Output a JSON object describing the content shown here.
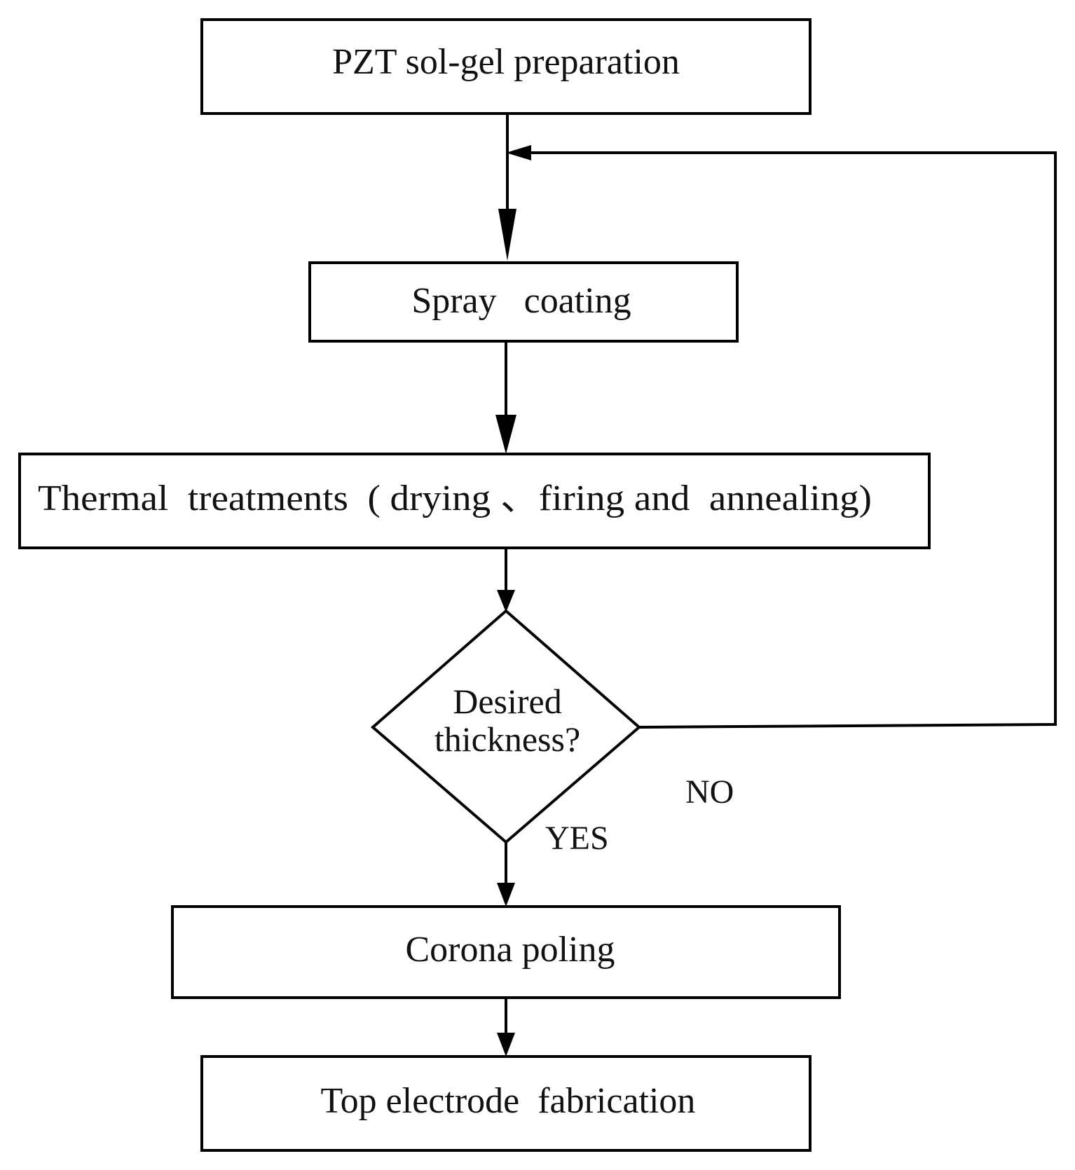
{
  "diagram": {
    "steps": {
      "sol_gel": "PZT sol-gel preparation",
      "spray": "Spray   coating",
      "thermal": "Thermal  treatments  ( drying 、firing and  annealing)",
      "corona": "Corona poling",
      "top_electrode": "Top electrode  fabrication"
    },
    "decision": {
      "line1": "Desired",
      "line2": "thickness?"
    },
    "branches": {
      "no": "NO",
      "yes": "YES"
    }
  }
}
